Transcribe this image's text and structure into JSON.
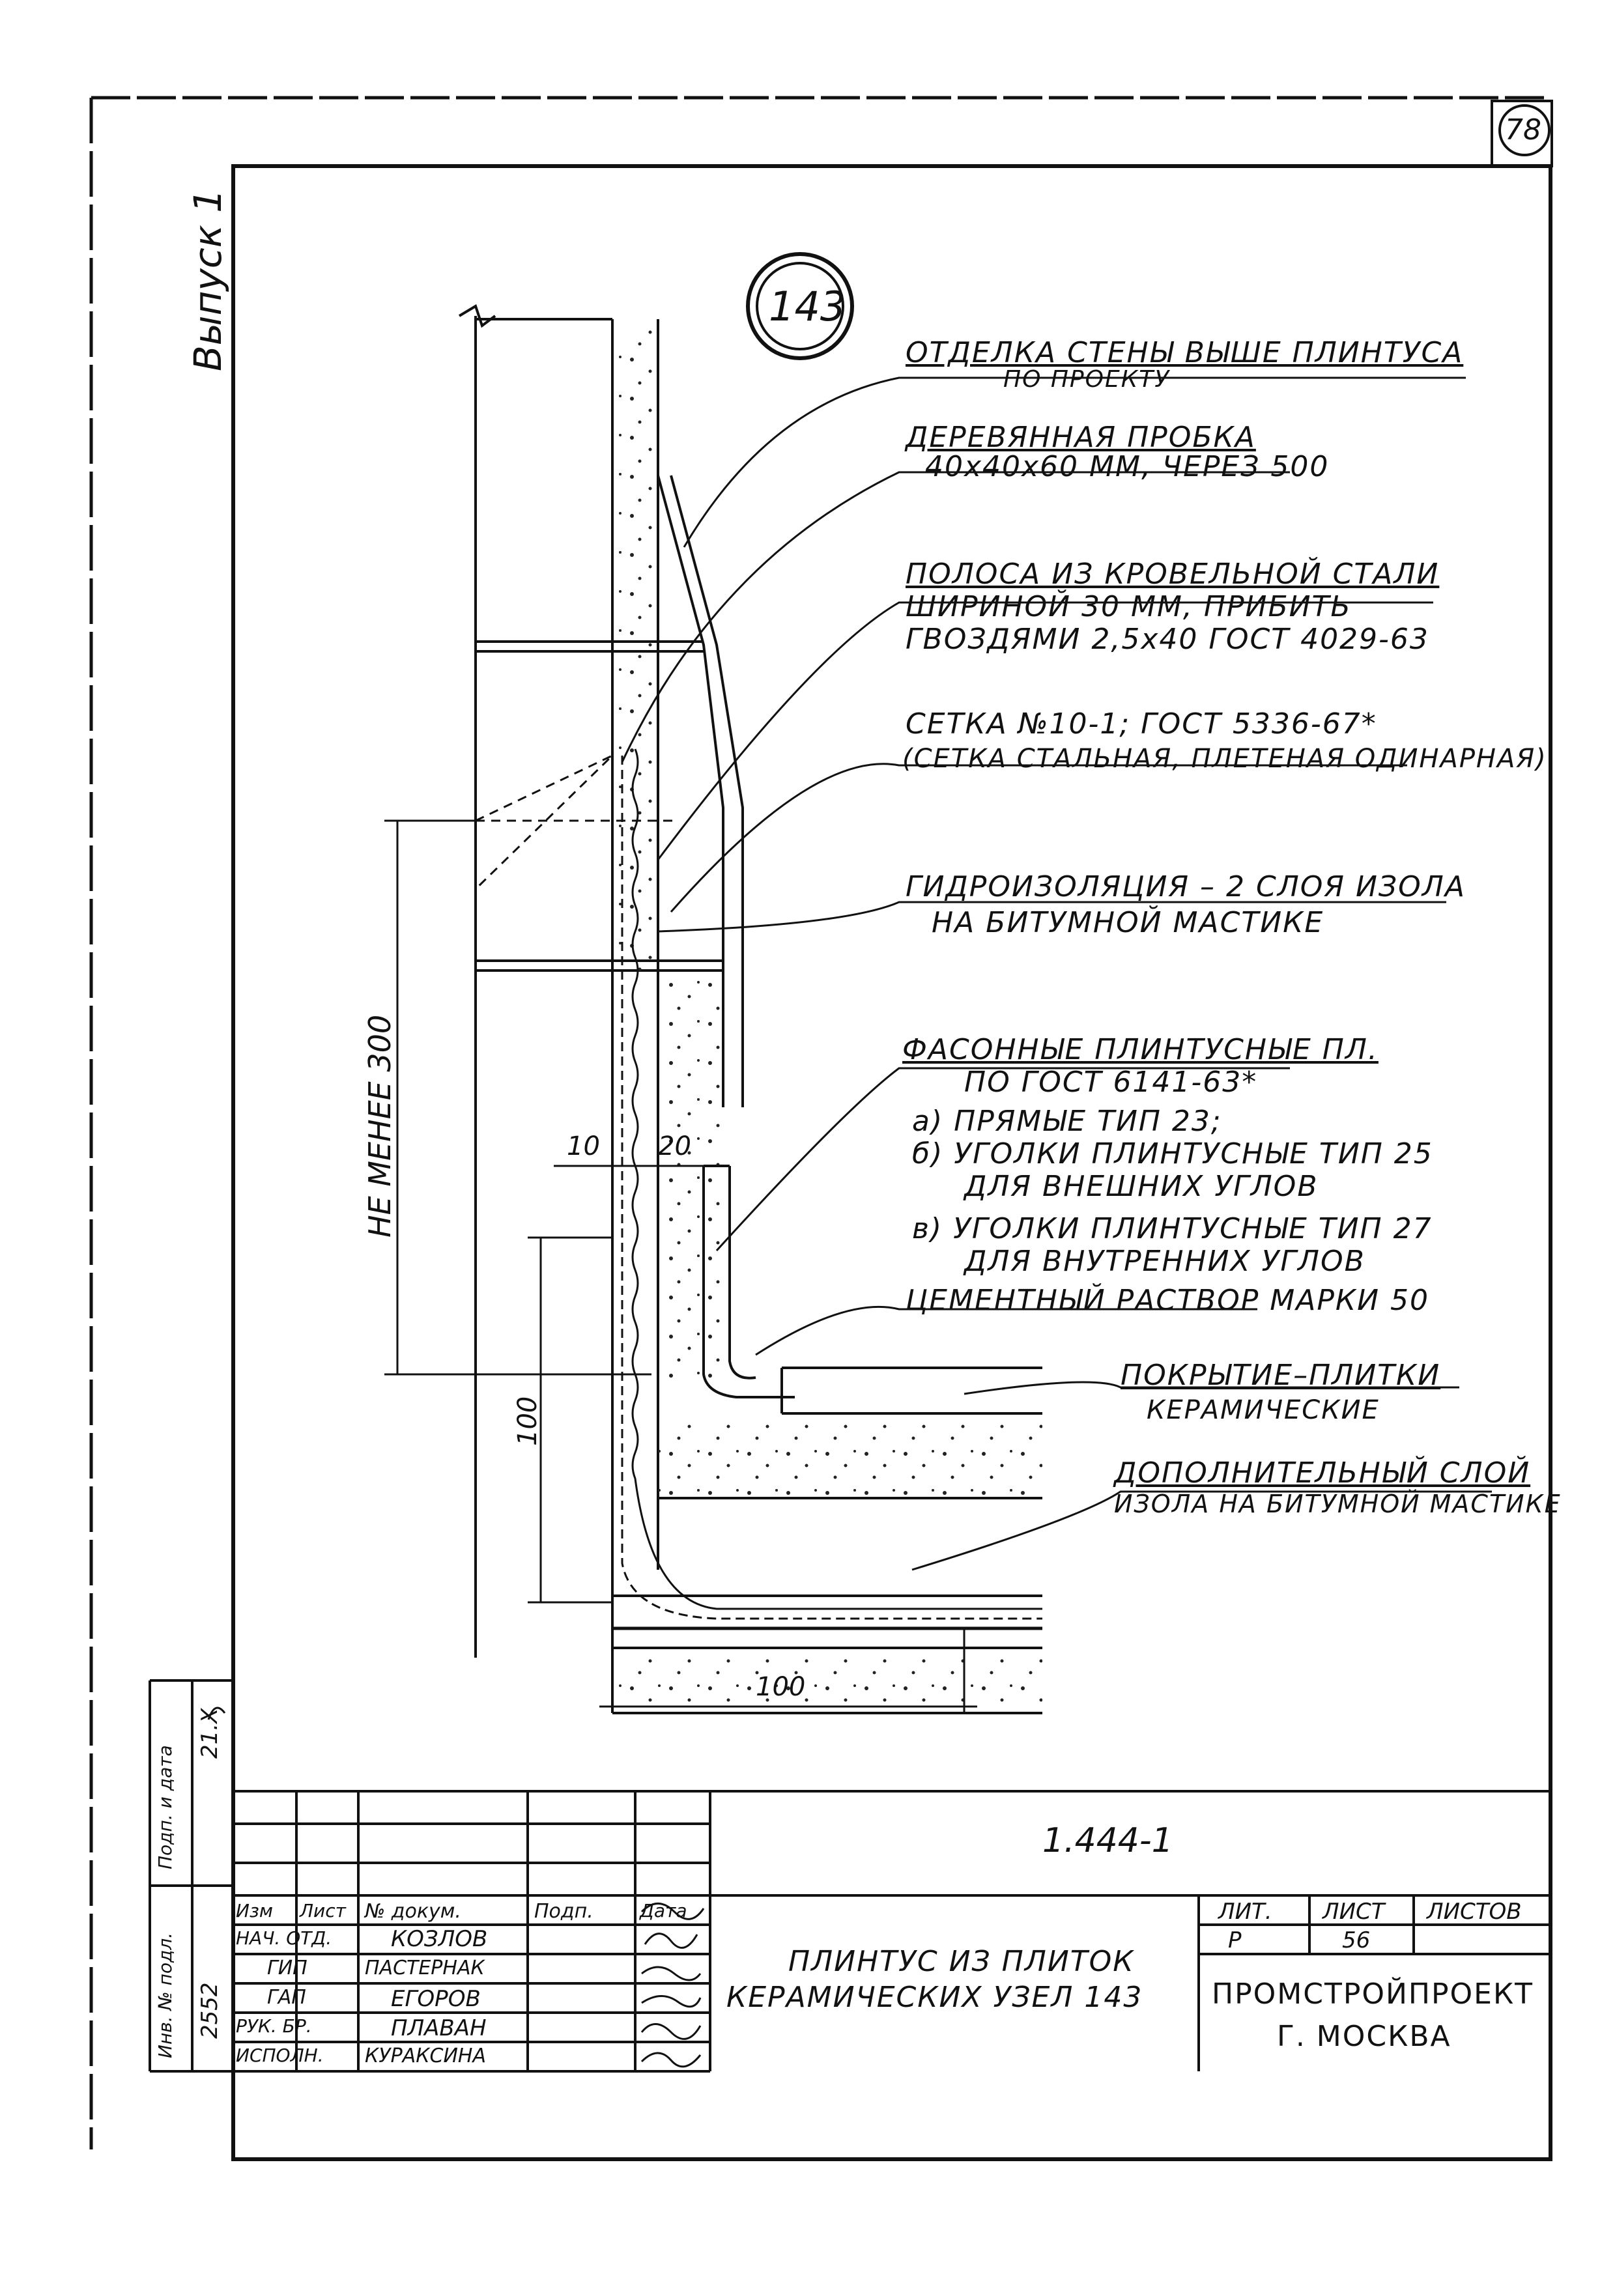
{
  "sheet": {
    "page_no": "78",
    "series": "Выпуск 1",
    "node_no": "143"
  },
  "labels": {
    "finish_1": "ОТДЕЛКА СТЕНЫ ВЫШЕ ПЛИНТУСА",
    "finish_2": "ПО ПРОЕКТУ",
    "plug_1": "ДЕРЕВЯННАЯ ПРОБКА",
    "plug_2": "40х40х60 ММ, ЧЕРЕЗ 500",
    "strip_1": "ПОЛОСА ИЗ КРОВЕЛЬНОЙ СТАЛИ",
    "strip_2": "ШИРИНОЙ 30 ММ, ПРИБИТЬ",
    "strip_3": "ГВОЗДЯМИ 2,5х40 ГОСТ 4029-63",
    "mesh_1": "СЕТКА №10-1; ГОСТ 5336-67*",
    "mesh_2": "(СЕТКА СТАЛЬНАЯ, ПЛЕТЕНАЯ ОДИНАРНАЯ)",
    "hydro_1": "ГИДРОИЗОЛЯЦИЯ – 2 СЛОЯ ИЗОЛА",
    "hydro_2": "НА БИТУМНОЙ МАСТИКЕ",
    "plinth_1": "ФАСОННЫЕ ПЛИНТУСНЫЕ ПЛ.",
    "plinth_2": "ПО ГОСТ 6141-63*",
    "plinth_a": "а) ПРЯМЫЕ ТИП 23;",
    "plinth_b1": "б) УГОЛКИ ПЛИНТУСНЫЕ ТИП 25",
    "plinth_b2": "ДЛЯ ВНЕШНИХ УГЛОВ",
    "plinth_c1": "в) УГОЛКИ ПЛИНТУСНЫЕ ТИП 27",
    "plinth_c2": "ДЛЯ ВНУТРЕННИХ УГЛОВ",
    "mortar": "ЦЕМЕНТНЫЙ РАСТВОР МАРКИ 50",
    "cover_1": "ПОКРЫТИЕ–ПЛИТКИ",
    "cover_2": "КЕРАМИЧЕСКИЕ",
    "extra_1": "ДОПОЛНИТЕЛЬНЫЙ СЛОЙ",
    "extra_2": "ИЗОЛА НА БИТУМНОЙ МАСТИКЕ"
  },
  "dimensions": {
    "min_height": "НЕ МЕНЕЕ 300",
    "d10": "10",
    "d20": "20",
    "d100_vertical": "100",
    "d100_horizontal": "100"
  },
  "stamp": {
    "left_strip": [
      "Инв. № подл.",
      "Подп. и дата"
    ],
    "inv_no": "2552",
    "date_sig": "21.Х",
    "columns": [
      "Изм",
      "Лист",
      "№ докум.",
      "Подп.",
      "Дата"
    ],
    "people": [
      {
        "role": "НАЧ. ОТД.",
        "name": "КОЗЛОВ"
      },
      {
        "role": "ГИП",
        "name": "ПАСТЕРНАК"
      },
      {
        "role": "ГАП",
        "name": "ЕГОРОВ"
      },
      {
        "role": "РУК. БР.",
        "name": "ПЛАВАН"
      },
      {
        "role": "ИСПОЛН.",
        "name": "КУРАКСИНА"
      }
    ],
    "doc_code": "1.444-1",
    "title_1": "ПЛИНТУС ИЗ ПЛИТОК",
    "title_2": "КЕРАМИЧЕСКИХ УЗЕЛ 143",
    "lit_label": "ЛИТ.",
    "sheet_label": "ЛИСТ",
    "sheets_label": "ЛИСТОВ",
    "lit_value": "Р",
    "sheet_value": "56",
    "org_1": "ПРОМСТРОЙПРОЕКТ",
    "org_2": "Г. МОСКВА"
  }
}
